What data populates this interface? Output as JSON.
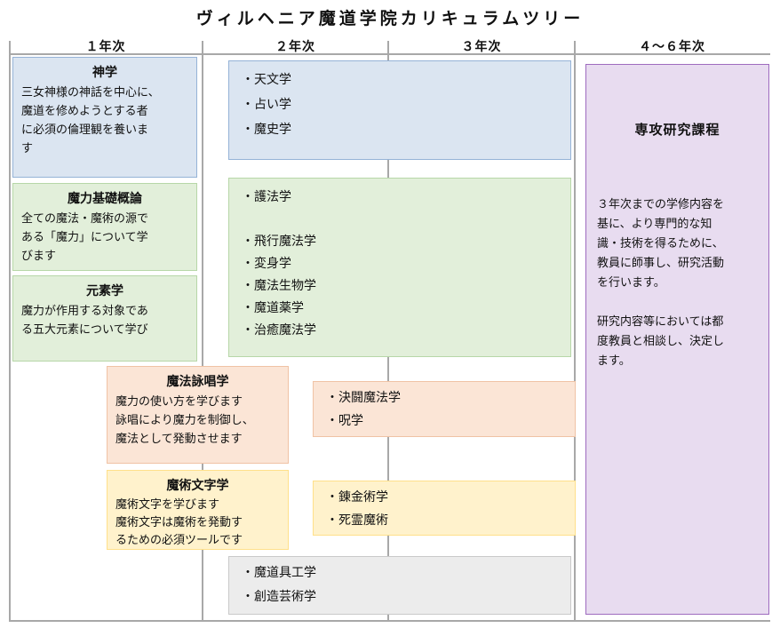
{
  "title": "ヴィルヘニア魔道学院カリキュラムツリー",
  "column_headers": [
    "１年次",
    "２年次",
    "３年次",
    "４～６年次"
  ],
  "colors": {
    "blue_bg": "#dbe5f1",
    "blue_border": "#95b3d7",
    "green_bg": "#e2efda",
    "green_border": "#b7d7a8",
    "salmon_bg": "#fbe5d6",
    "salmon_border": "#f0c3a5",
    "yellow_bg": "#fff2cc",
    "yellow_border": "#ffe08a",
    "gray_bg": "#ececec",
    "gray_border": "#c9c9c9",
    "purple_bg": "#e8dcf0",
    "purple_border": "#9e6bbf",
    "line": "#a8a8a8"
  },
  "boxes": {
    "theology": {
      "title": "神学",
      "lines": [
        "三女神様の神話を中心に、",
        "魔道を修めようとする者",
        "に必須の倫理観を養いま",
        "す"
      ]
    },
    "mana_basics": {
      "title": "魔力基礎概論",
      "lines": [
        "全ての魔法・魔術の源で",
        "ある「魔力」について学",
        "びます"
      ]
    },
    "elements": {
      "title": "元素学",
      "lines": [
        "魔力が作用する対象であ",
        "る五大元素について学び"
      ]
    },
    "year2_intro": {
      "items": [
        "・天文学",
        "・占い学",
        "・魔史学"
      ]
    },
    "core_magic": {
      "items": [
        "・護法学",
        "",
        "・飛行魔法学",
        "・変身学",
        "・魔法生物学",
        "・魔道薬学",
        "・治癒魔法学"
      ]
    },
    "chanting": {
      "title": "魔法詠唱学",
      "lines": [
        "魔力の使い方を学びます",
        "詠唱により魔力を制御し、",
        "魔法として発動させます"
      ]
    },
    "duel": {
      "items": [
        "・決闘魔法学",
        "・呪学"
      ]
    },
    "runes": {
      "title": "魔術文字学",
      "lines": [
        "魔術文字を学びます",
        "魔術文字は魔術を発動す",
        "るための必須ツールです"
      ]
    },
    "alchemy": {
      "items": [
        "・錬金術学",
        "・死霊魔術"
      ]
    },
    "crafts": {
      "items": [
        "・魔道具工学",
        "・創造芸術学"
      ]
    },
    "research": {
      "title": "専攻研究課程",
      "paragraph1_lines": [
        "３年次までの学修内容を",
        "基に、より専門的な知",
        "識・技術を得るために、",
        "教員に師事し、研究活動",
        "を行います。"
      ],
      "paragraph2_lines": [
        "研究内容等においては都",
        "度教員と相談し、決定し",
        "ます。"
      ]
    }
  }
}
